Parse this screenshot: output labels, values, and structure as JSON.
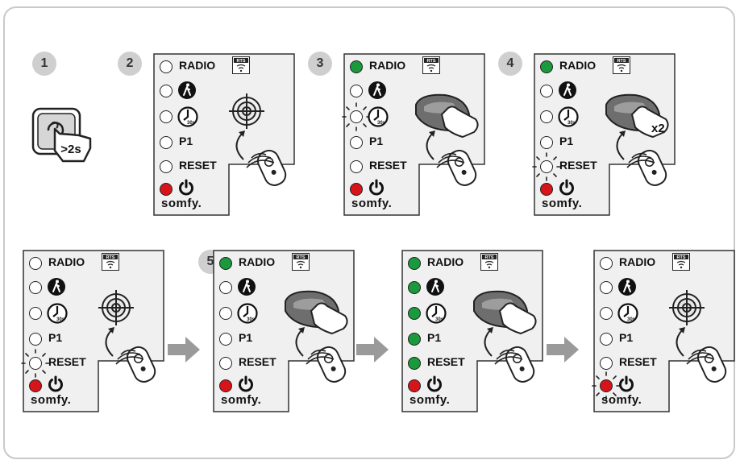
{
  "steps": [
    "1",
    "2",
    "3",
    "4",
    "5"
  ],
  "hold_label": ">2s",
  "brand": "somfy.",
  "double_press": "x2",
  "leds": {
    "radio": "RADIO",
    "p1": "P1",
    "reset": "RESET",
    "timer_sub": "30s",
    "rts": "RTS"
  },
  "colors": {
    "led_green": "#1a9a3c",
    "led_red": "#d8141b",
    "panel": "#f0f0f0",
    "arrow": "#9a9a9a",
    "badge": "#cfcfcf"
  },
  "panels": [
    {
      "id": "p2",
      "radio": "off",
      "pedestrian": "off",
      "timer": "off",
      "p1": "off",
      "reset": "off",
      "power": "red",
      "blinking": "",
      "remote": "target"
    },
    {
      "id": "p3",
      "radio": "green",
      "pedestrian": "off",
      "timer": "off",
      "p1": "off",
      "reset": "off",
      "power": "red",
      "blinking": "timer",
      "remote": "press"
    },
    {
      "id": "p4",
      "radio": "green",
      "pedestrian": "off",
      "timer": "off",
      "p1": "off",
      "reset": "off",
      "power": "red",
      "blinking": "reset",
      "remote": "press-x2"
    },
    {
      "id": "p5",
      "radio": "off",
      "pedestrian": "off",
      "timer": "off",
      "p1": "off",
      "reset": "off",
      "power": "red",
      "blinking": "reset",
      "remote": "target"
    },
    {
      "id": "p6",
      "radio": "green",
      "pedestrian": "off",
      "timer": "off",
      "p1": "off",
      "reset": "off",
      "power": "red",
      "blinking": "",
      "remote": "press"
    },
    {
      "id": "p7",
      "radio": "green",
      "pedestrian": "green",
      "timer": "green",
      "p1": "green",
      "reset": "green",
      "power": "red",
      "blinking": "",
      "remote": "press"
    },
    {
      "id": "p8",
      "radio": "off",
      "pedestrian": "off",
      "timer": "off",
      "p1": "off",
      "reset": "off",
      "power": "red",
      "blinking": "power",
      "remote": "target"
    }
  ]
}
